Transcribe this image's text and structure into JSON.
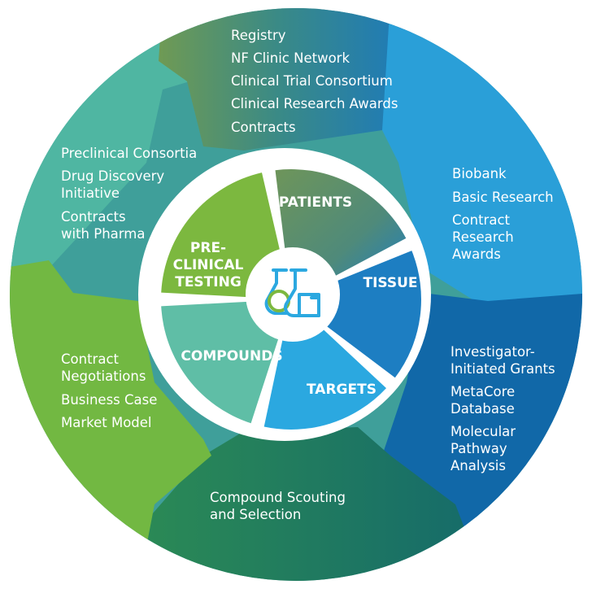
{
  "colors": {
    "ring_outer": "#0f6fa3",
    "center_bg": "#ffffff",
    "patients": "#6e955a",
    "tissue": "#1d7ec2",
    "targets": "#2ba8e0",
    "compounds": "#5fbea6",
    "preclinical": "#7cb83f",
    "gear_top": "#3a8a86",
    "gear_right_top": "#2a9fd8",
    "gear_right_bottom": "#1168a8",
    "gear_bottom": "#1c7b57",
    "gear_left_bottom": "#72b842",
    "gear_left_top": "#4fb6a2",
    "icon": "#2ba8e0",
    "icon_green": "#7cb83f"
  },
  "icon_names": {
    "center": "flask-beaker-icon"
  },
  "segments": {
    "patients": {
      "label": "PATIENTS"
    },
    "tissue": {
      "label": "TISSUE"
    },
    "targets": {
      "label": "TARGETS"
    },
    "compounds": {
      "label": "COMPOUNDS"
    },
    "preclinical": {
      "lines": [
        "PRE-",
        "CLINICAL",
        "TESTING"
      ]
    }
  },
  "outer": {
    "top": [
      "Registry",
      "NF Clinic Network",
      "Clinical Trial Consortium",
      "Clinical Research Awards",
      "Contracts"
    ],
    "right_top": [
      "Biobank",
      "Basic Research",
      "Contract",
      "Research",
      "Awards"
    ],
    "right_bottom": [
      "Investigator-",
      "Initiated Grants",
      "MetaCore",
      "Database",
      "Molecular",
      "Pathway",
      "Analysis"
    ],
    "bottom": [
      "Compound Scouting",
      "and Selection"
    ],
    "left_bottom": [
      "Contract",
      "Negotiations",
      "Business Case",
      "Market Model"
    ],
    "left_top": [
      "Preclinical Consortia",
      "Drug Discovery",
      "Initiative",
      "Contracts",
      "with Pharma"
    ]
  }
}
